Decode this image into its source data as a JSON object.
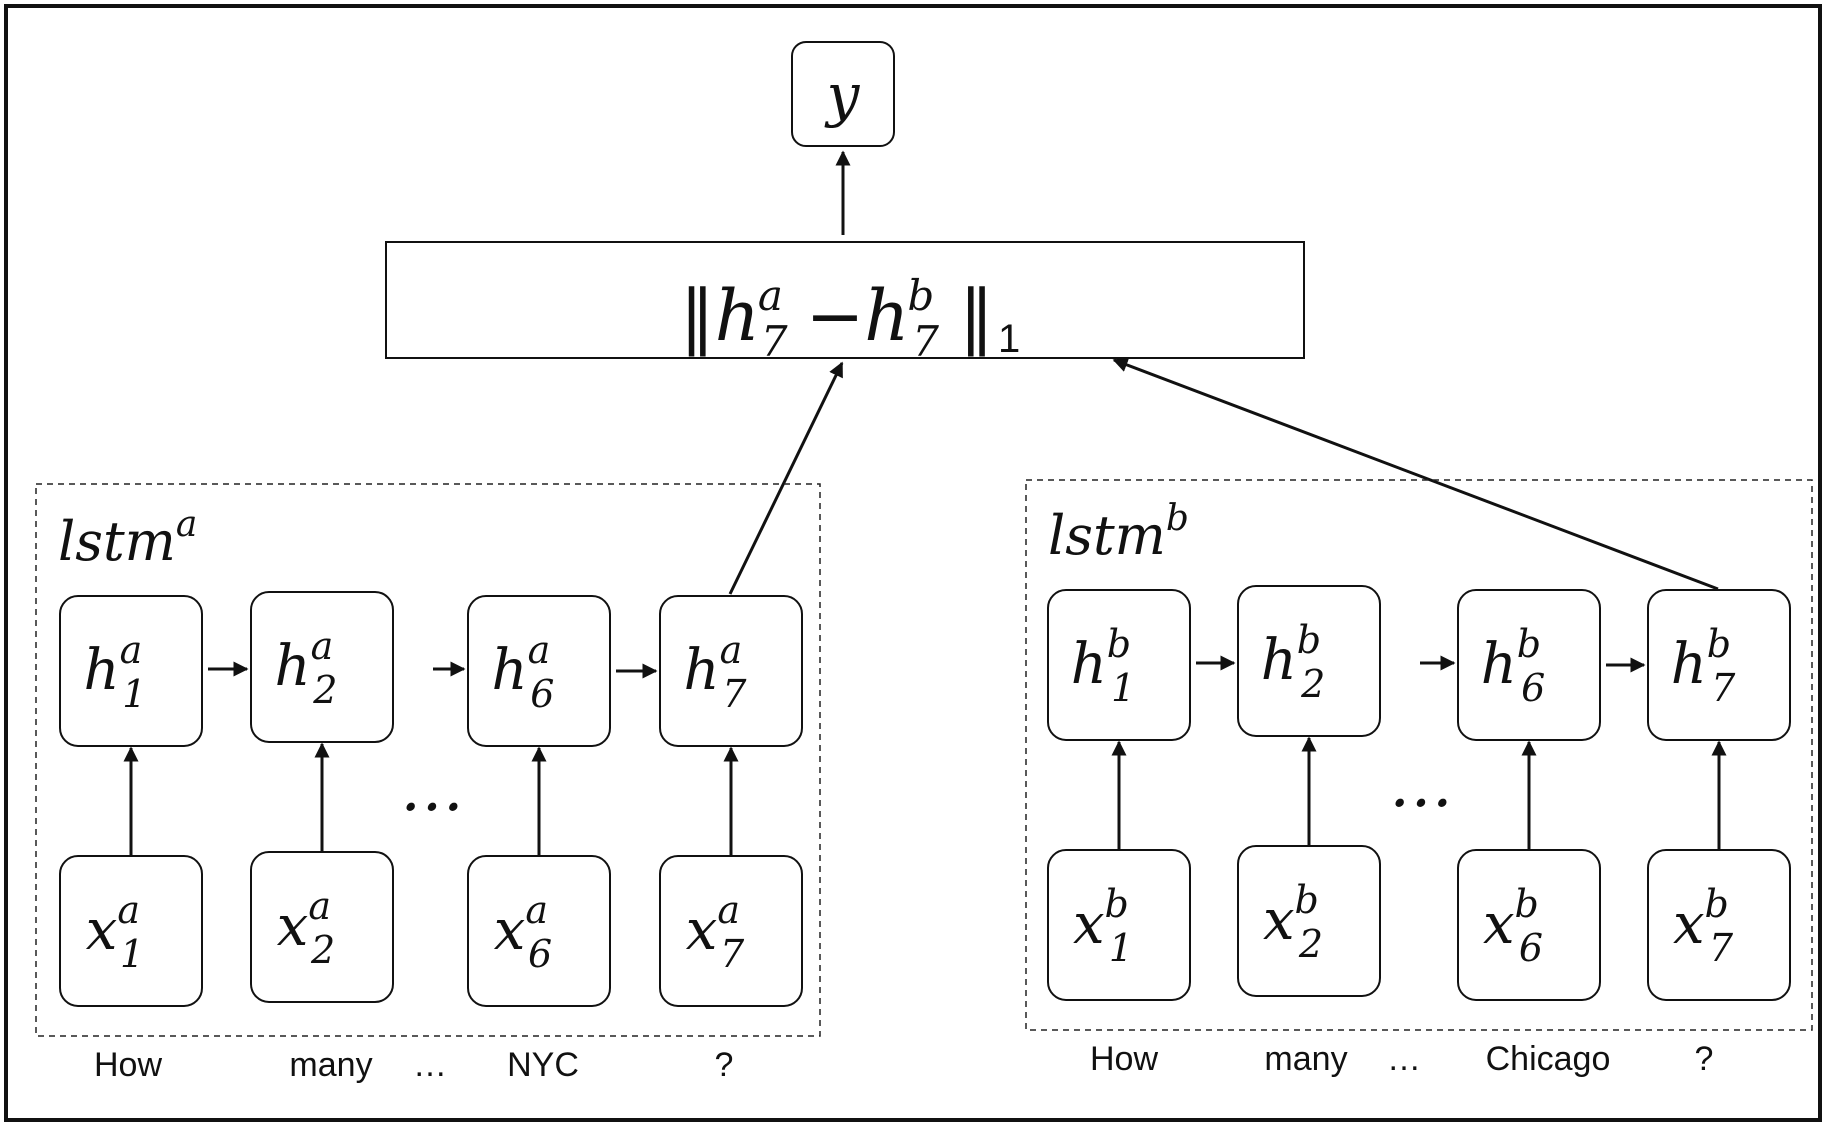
{
  "output": {
    "base": "y"
  },
  "distance": {
    "bar": "‖",
    "h": "h",
    "sub": "7",
    "sup_a": "a",
    "sup_b": "b",
    "minus": "−",
    "norm_sub": "1"
  },
  "lstm_a": {
    "label": "lstm",
    "sup": "a",
    "hidden": [
      {
        "base": "h",
        "sub": "1",
        "sup": "a"
      },
      {
        "base": "h",
        "sub": "2",
        "sup": "a"
      },
      {
        "base": "h",
        "sub": "6",
        "sup": "a"
      },
      {
        "base": "h",
        "sub": "7",
        "sup": "a"
      }
    ],
    "inputs": [
      {
        "base": "x",
        "sub": "1",
        "sup": "a"
      },
      {
        "base": "x",
        "sub": "2",
        "sup": "a"
      },
      {
        "base": "x",
        "sub": "6",
        "sup": "a"
      },
      {
        "base": "x",
        "sub": "7",
        "sup": "a"
      }
    ],
    "ellipsis": "…",
    "words": [
      "How",
      "many",
      "…",
      "NYC",
      "?"
    ]
  },
  "lstm_b": {
    "label": "lstm",
    "sup": "b",
    "hidden": [
      {
        "base": "h",
        "sub": "1",
        "sup": "b"
      },
      {
        "base": "h",
        "sub": "2",
        "sup": "b"
      },
      {
        "base": "h",
        "sub": "6",
        "sup": "b"
      },
      {
        "base": "h",
        "sub": "7",
        "sup": "b"
      }
    ],
    "inputs": [
      {
        "base": "x",
        "sub": "1",
        "sup": "b"
      },
      {
        "base": "x",
        "sub": "2",
        "sup": "b"
      },
      {
        "base": "x",
        "sub": "6",
        "sup": "b"
      },
      {
        "base": "x",
        "sub": "7",
        "sup": "b"
      }
    ],
    "ellipsis": "…",
    "words": [
      "How",
      "many",
      "…",
      "Chicago",
      "?"
    ]
  }
}
